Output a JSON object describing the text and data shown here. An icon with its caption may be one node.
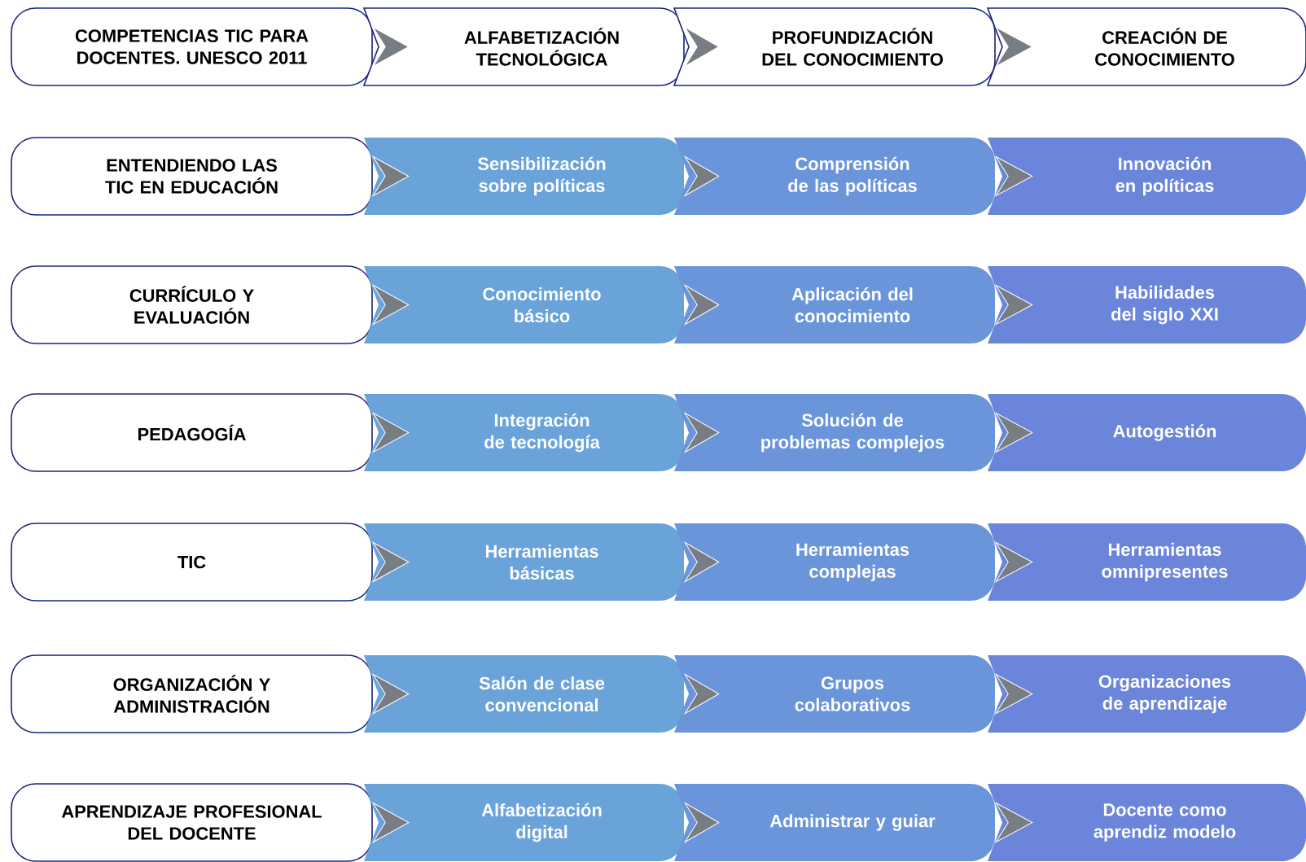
{
  "diagram": {
    "nodes": [
      {
        "text": [
          "COMPETENCIAS TIC PARA DOCENTES. UNESCO 2011"
        ]
      },
      {
        "text": [
          "ALFABETIZACIÓN TECNOLÓGICA"
        ]
      },
      {
        "text": [
          "PROFUNDIZACIÓN DEL CONOCIMIENTO"
        ]
      },
      {
        "text": [
          "CREACIÓN DE CONOCIMIENTO"
        ]
      },
      {
        "text": [
          "ENTENDIENDO LAS TIC EN EDUCACIÓN"
        ]
      },
      {
        "text": [
          "Sensibilización sobre políticas"
        ]
      },
      {
        "text": [
          "Comprensión de las políticas"
        ]
      },
      {
        "text": [
          "Innovación en políticas"
        ]
      },
      {
        "text": [
          "CURRÍCULO Y EVALUACIÓN"
        ]
      },
      {
        "text": [
          "Conocimiento básico"
        ]
      },
      {
        "text": [
          "Aplicación del conocimiento"
        ]
      },
      {
        "text": [
          "Habilidades del siglo XXI"
        ]
      },
      {
        "text": [
          "PEDAGOGÍA"
        ]
      },
      {
        "text": [
          "Integración de tecnología"
        ]
      },
      {
        "text": [
          "Solución de problemas complejos"
        ]
      },
      {
        "text": [
          "Autogestión"
        ]
      },
      {
        "text": [
          "TIC"
        ]
      },
      {
        "text": [
          "Herramientas básicas"
        ]
      },
      {
        "text": [
          "Herramientas complejas"
        ]
      },
      {
        "text": [
          "Herramientas omnipresentes"
        ]
      },
      {
        "text": [
          "ORGANIZACIÓN Y ADMINISTRACIÓN"
        ]
      },
      {
        "text": [
          "Salón de clase convencional"
        ]
      },
      {
        "text": [
          "Grupos colaborativos"
        ]
      },
      {
        "text": [
          "Organizaciones de aprendizaje"
        ]
      },
      {
        "text": [
          "APRENDIZAJE PROFESIONAL DEL DOCENTE"
        ]
      },
      {
        "text": [
          "Alfabetización digital"
        ]
      },
      {
        "text": [
          "Administrar y guiar"
        ]
      },
      {
        "text": [
          "Docente como aprendiz modelo"
        ]
      }
    ],
    "edges": [
      {
        "from": 0,
        "to": 1,
        "arrow": "to"
      },
      {
        "from": 1,
        "to": 2,
        "arrow": "to"
      },
      {
        "from": 2,
        "to": 3,
        "arrow": "to"
      },
      {
        "from": 4,
        "to": 5,
        "arrow": "to"
      },
      {
        "from": 5,
        "to": 6,
        "arrow": "to"
      },
      {
        "from": 6,
        "to": 7,
        "arrow": "to"
      },
      {
        "from": 8,
        "to": 9,
        "arrow": "to"
      },
      {
        "from": 9,
        "to": 10,
        "arrow": "to"
      },
      {
        "from": 10,
        "to": 11,
        "arrow": "to"
      },
      {
        "from": 12,
        "to": 13,
        "arrow": "to"
      },
      {
        "from": 13,
        "to": 14,
        "arrow": "to"
      },
      {
        "from": 14,
        "to": 15,
        "arrow": "to"
      },
      {
        "from": 16,
        "to": 17,
        "arrow": "to"
      },
      {
        "from": 17,
        "to": 18,
        "arrow": "to"
      },
      {
        "from": 18,
        "to": 19,
        "arrow": "to"
      },
      {
        "from": 20,
        "to": 21,
        "arrow": "to"
      },
      {
        "from": 21,
        "to": 22,
        "arrow": "to"
      },
      {
        "from": 22,
        "to": 23,
        "arrow": "to"
      },
      {
        "from": 24,
        "to": 25,
        "arrow": "to"
      },
      {
        "from": 25,
        "to": 26,
        "arrow": "to"
      },
      {
        "from": 26,
        "to": 27,
        "arrow": "to"
      }
    ]
  }
}
